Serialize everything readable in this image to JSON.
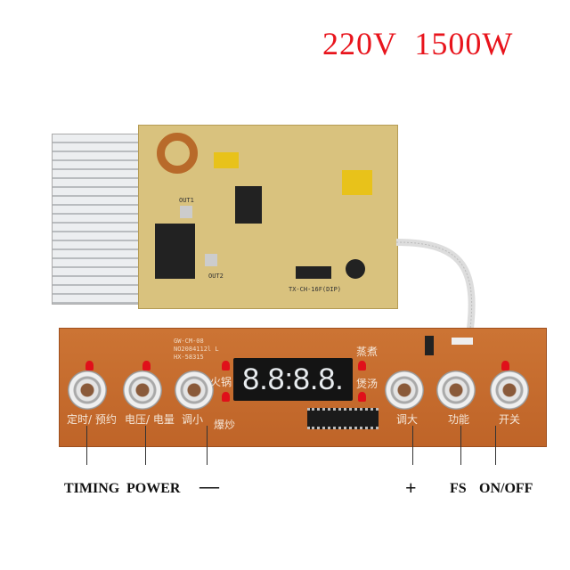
{
  "title": "220V  1500W",
  "upper_board": {
    "model": "TX-CH-16F(DIP)",
    "out1": "OUT1",
    "out2": "OUT2"
  },
  "lower_board": {
    "model_lines": [
      "GW-CM-08",
      "NO2084112l L",
      "HX-58315"
    ],
    "display": "8.8:8.8.",
    "mode_labels": [
      "火锅",
      "爆炒",
      "蒸煮",
      "煲汤"
    ],
    "button_labels_cn": [
      "定时/ 预约",
      "电压/ 电量",
      "调小",
      "调大",
      "功能",
      "开关"
    ],
    "pcb_color": "#c4682a"
  },
  "callouts": [
    "TIMING",
    "POWER",
    "—",
    "+",
    "FS",
    "ON/OFF"
  ],
  "title_color": "#e8141c"
}
